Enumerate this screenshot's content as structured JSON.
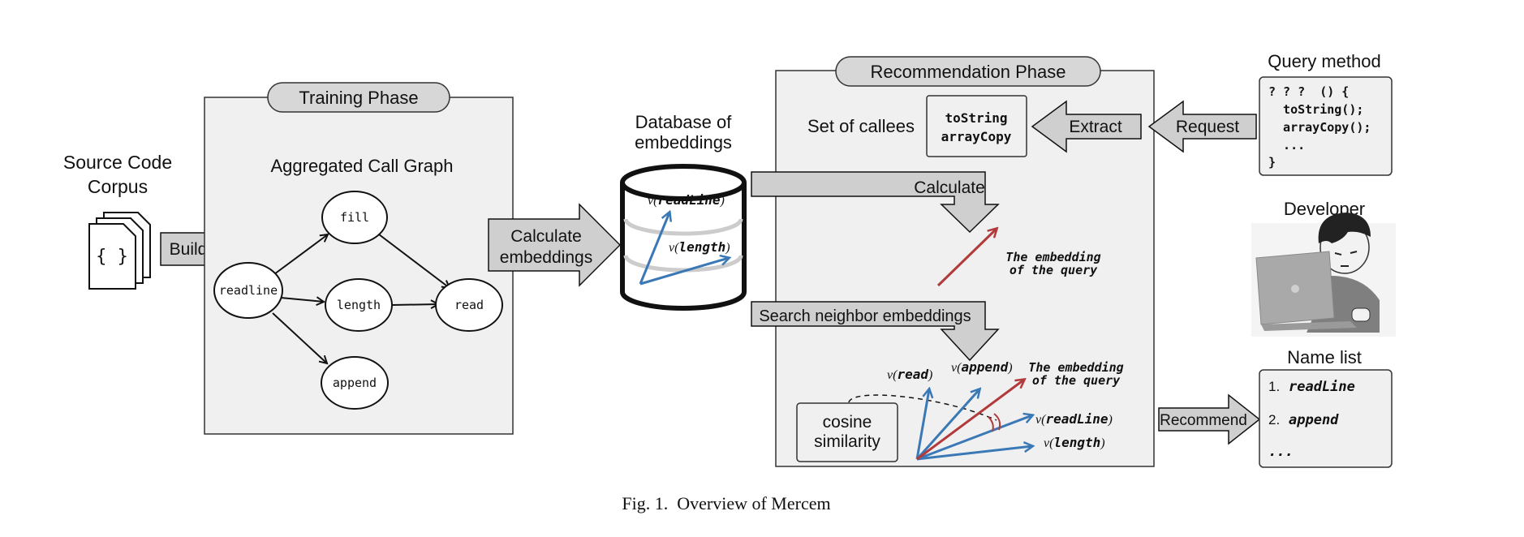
{
  "source": {
    "title_line1": "Source Code",
    "title_line2": "Corpus",
    "icon_text": "{ }"
  },
  "training": {
    "phase_label": "Training Phase",
    "graph_title": "Aggregated Call Graph",
    "nodes": {
      "fill": "fill",
      "readline": "readline",
      "length": "length",
      "read": "read",
      "append": "append"
    }
  },
  "arrows": {
    "build": "Build",
    "calc_embed_line1": "Calculate",
    "calc_embed_line2": "embeddings",
    "calculate": "Calculate",
    "search": "Search neighbor embeddings",
    "extract": "Extract",
    "request": "Request",
    "recommend": "Recommend"
  },
  "database": {
    "title_line1": "Database of",
    "title_line2": "embeddings",
    "v_prefix": "v(",
    "v_suffix": ")",
    "vec1": "readLine",
    "vec2": "length"
  },
  "recommendation": {
    "phase_label": "Recommendation Phase",
    "callees_label": "Set of callees",
    "callees": [
      "toString",
      "arrayCopy"
    ],
    "query_embedding_line1": "The embedding",
    "query_embedding_line2": "of the query",
    "cosine_line1": "cosine",
    "cosine_line2": "similarity",
    "vectors": {
      "read": "read",
      "append": "append",
      "readLine": "readLine",
      "length": "length"
    }
  },
  "query_method": {
    "title": "Query method",
    "lines": [
      "? ? ?  () {",
      "  toString();",
      "  arrayCopy();",
      "  ...",
      "}"
    ]
  },
  "developer": {
    "title": "Developer"
  },
  "name_list": {
    "title": "Name list",
    "items": [
      {
        "num": "1.",
        "name": "readLine"
      },
      {
        "num": "2.",
        "name": "append"
      },
      {
        "num": "",
        "name": "..."
      }
    ]
  },
  "caption": "Fig. 1.  Overview of Mercem",
  "colors": {
    "blue": "#3a78b6",
    "red": "#b23a3a",
    "arrow_fill": "#cfcfcf",
    "panel_fill": "#f0f0f0"
  }
}
